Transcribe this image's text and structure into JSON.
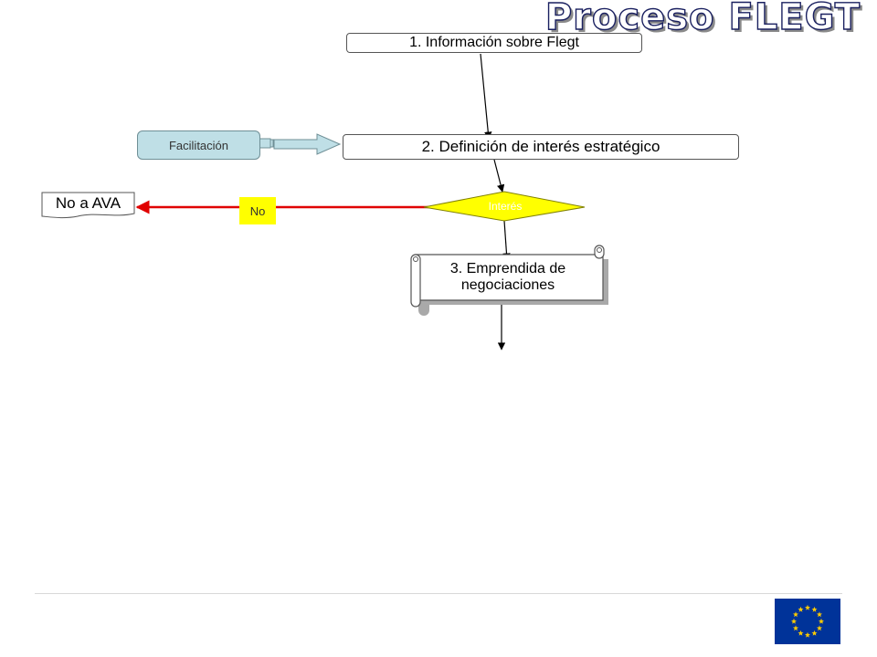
{
  "title": "Proceso FLEGT",
  "nodes": {
    "step1": "1. Información sobre Flegt",
    "step2": "2. Definición de interés estratégico",
    "facilitation": "Facilitación",
    "decision": "Interés",
    "no_branch": "No",
    "no_ava": "No a AVA",
    "step3_line1": "3. Emprendida de",
    "step3_line2": "negociaciones"
  },
  "colors": {
    "title_fill": "#ffffff",
    "title_outline": "#1a2060",
    "decision_fill": "#ffff00",
    "no_arrow": "#e00000",
    "facilitation_fill": "#bfdfe6",
    "flag_blue": "#003399",
    "flag_stars": "#ffcc00"
  },
  "icons": {
    "flag": "eu-flag-icon"
  }
}
